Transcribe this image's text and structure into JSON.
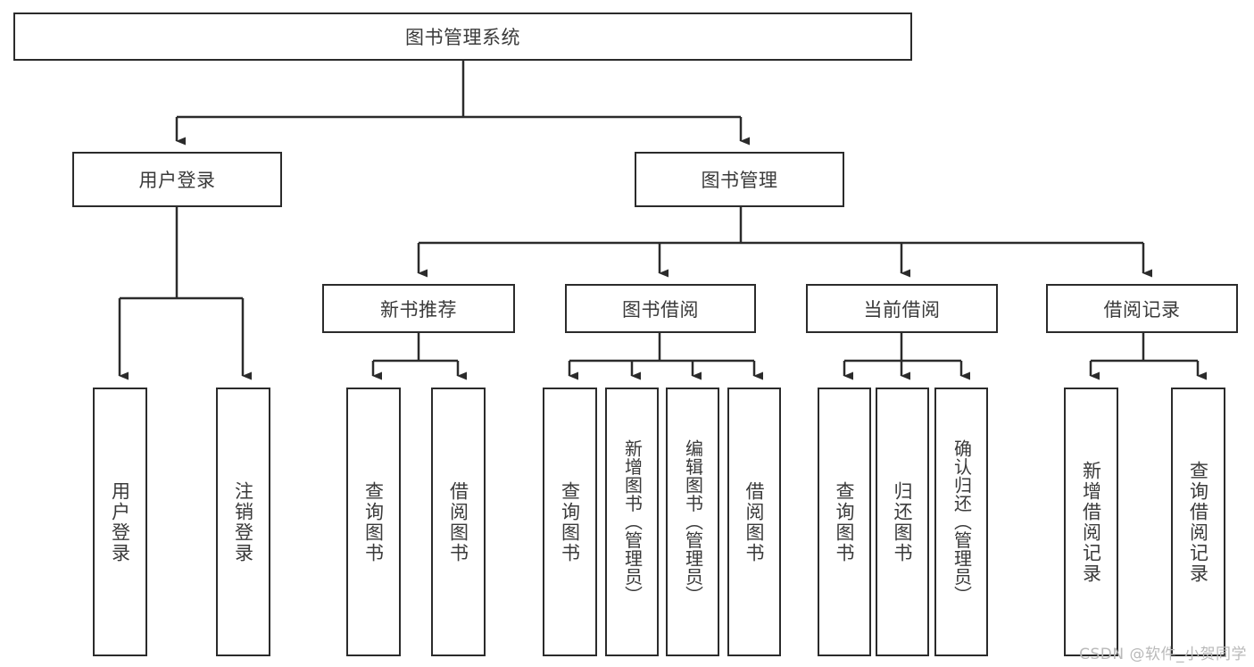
{
  "diagram": {
    "title": "图书管理系统",
    "type": "tree-hierarchy",
    "root": {
      "label": "图书管理系统"
    },
    "level1": [
      {
        "label": "用户登录"
      },
      {
        "label": "图书管理"
      }
    ],
    "level2": [
      {
        "label": "新书推荐"
      },
      {
        "label": "图书借阅"
      },
      {
        "label": "当前借阅"
      },
      {
        "label": "借阅记录"
      }
    ],
    "leaves": {
      "user_login": [
        {
          "label": "用户登录"
        },
        {
          "label": "注销登录"
        }
      ],
      "new_book_recommend": [
        {
          "label": "查询图书"
        },
        {
          "label": "借阅图书"
        }
      ],
      "book_borrow": [
        {
          "label": "查询图书"
        },
        {
          "label": "新增图书（管理员）"
        },
        {
          "label": "编辑图书（管理员）"
        },
        {
          "label": "借阅图书"
        }
      ],
      "current_borrow": [
        {
          "label": "查询图书"
        },
        {
          "label": "归还图书"
        },
        {
          "label": "确认归还（管理员）"
        }
      ],
      "borrow_record": [
        {
          "label": "新增借阅记录"
        },
        {
          "label": "查询借阅记录"
        }
      ]
    }
  },
  "watermark": {
    "text": "CSDN @软件_小贺同学"
  },
  "colors": {
    "box_border": "#2b2b2b",
    "box_fill": "#ffffff",
    "text": "#3a3a3a",
    "connector": "#2b2b2b",
    "watermark": "#b9b9b9",
    "canvas": "#ffffff"
  }
}
